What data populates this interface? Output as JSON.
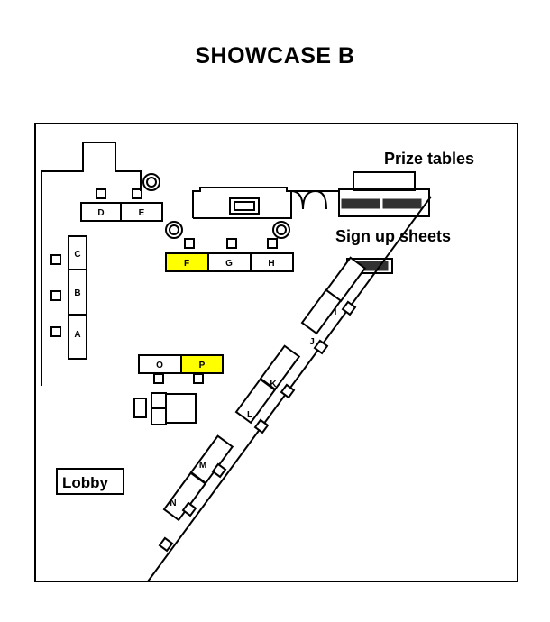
{
  "title": "SHOWCASE B",
  "labels": {
    "prize_tables": "Prize tables",
    "sign_up_sheets": "Sign up sheets",
    "lobby": "Lobby"
  },
  "booths": {
    "A": "A",
    "B": "B",
    "C": "C",
    "D": "D",
    "E": "E",
    "F": "F",
    "G": "G",
    "H": "H",
    "I": "I",
    "J": "J",
    "K": "K",
    "L": "L",
    "M": "M",
    "N": "N",
    "O": "O",
    "P": "P"
  },
  "highlighted_booths": [
    "F",
    "P"
  ],
  "colors": {
    "highlight": "#ffff00",
    "line": "#000000",
    "background": "#ffffff"
  }
}
